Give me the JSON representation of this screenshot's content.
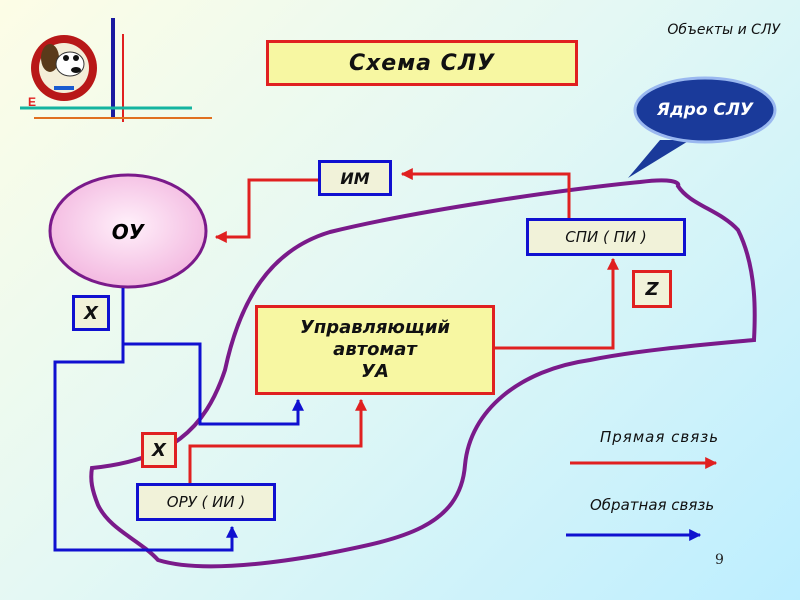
{
  "header_text": "Объекты и СЛУ",
  "title": "Схема  СЛУ",
  "core_label": "Ядро СЛУ",
  "blocks": {
    "ou": "ОУ",
    "im": "ИМ",
    "spi": "СПИ ( ПИ )",
    "ua_line1": "Управляющий",
    "ua_line2": "автомат",
    "ua_line3": "УА",
    "z": "Z",
    "x1": "X",
    "x2": "X",
    "oru": "ОРУ ( ИИ )"
  },
  "legend": {
    "direct": "Прямая связь",
    "feedback": "Обратная связь"
  },
  "page_number": "9",
  "colors": {
    "direct_link": "#e02020",
    "feedback_link": "#1010d0",
    "core_outline": "#7a1a8a",
    "callout": "#1a3a9a"
  }
}
